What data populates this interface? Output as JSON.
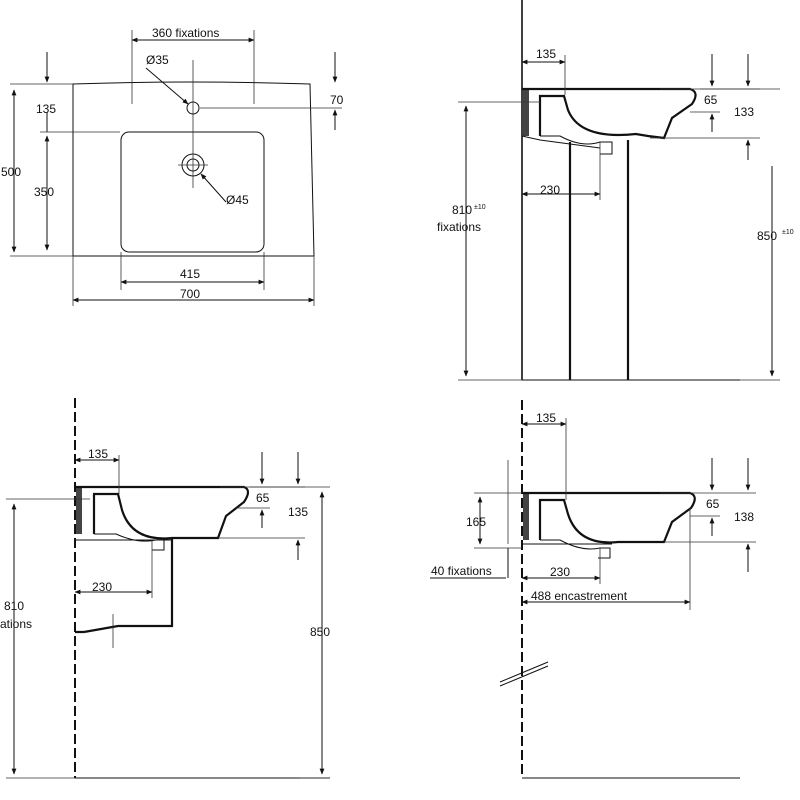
{
  "views": {
    "top": {
      "fixations_360": "360 fixations",
      "dia_35": "Ø35",
      "dia_45": "Ø45",
      "d135": "135",
      "d70": "70",
      "d500": "500",
      "d350": "350",
      "d415": "415",
      "d700": "700"
    },
    "pedestal": {
      "d135": "135",
      "d65": "65",
      "d133": "133",
      "d230": "230",
      "d810": "810",
      "d810_sup": "±10",
      "fixations": "fixations",
      "d850": "850",
      "d850_sup": "±10"
    },
    "semi": {
      "d135_top": "135",
      "d65": "65",
      "d135_right": "135",
      "d230": "230",
      "d810": "810",
      "fixations": "fixations",
      "d850": "850"
    },
    "built_in": {
      "d135": "135",
      "d65": "65",
      "d138": "138",
      "d165": "165",
      "fixations_40": "40 fixations",
      "d230": "230",
      "encastrement": "488 encastrement"
    }
  }
}
